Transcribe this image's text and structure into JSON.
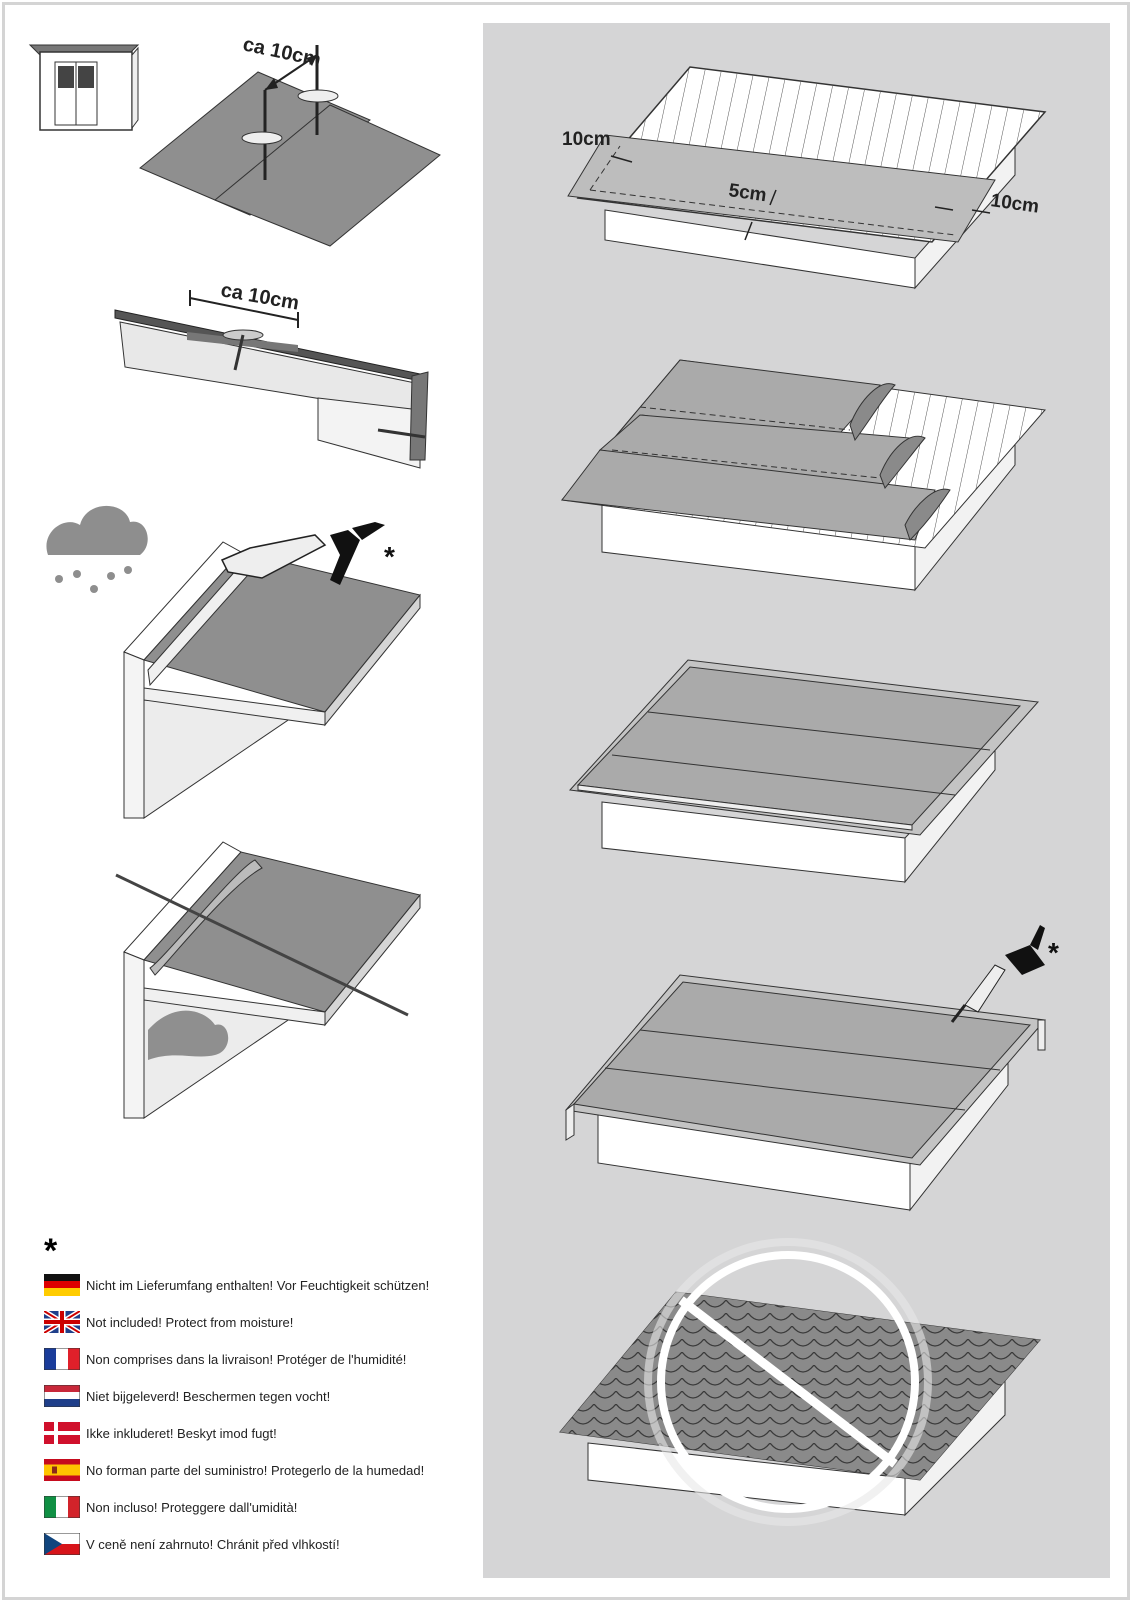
{
  "measurements": {
    "a": "ca 10cm",
    "b": "ca 10cm",
    "c": "10cm",
    "d": "5cm",
    "e": "10cm"
  },
  "asterisk": "*",
  "notes": [
    {
      "flag": "de",
      "text": "Nicht im Lieferumfang enthalten! Vor Feuchtigkeit schützen!"
    },
    {
      "flag": "gb",
      "text": "Not included! Protect from moisture!"
    },
    {
      "flag": "fr",
      "text": "Non comprises dans la livraison! Protéger de l'humidité!"
    },
    {
      "flag": "nl",
      "text": "Niet bijgeleverd! Beschermen tegen vocht!"
    },
    {
      "flag": "dk",
      "text": "Ikke inkluderet! Beskyt imod fugt!"
    },
    {
      "flag": "es",
      "text": "No forman parte del suministro! Protegerlo de la humedad!"
    },
    {
      "flag": "it",
      "text": "Non incluso! Proteggere dall'umidità!"
    },
    {
      "flag": "cz",
      "text": "V ceně není zahrnuto! Chránit před vlhkostí!"
    }
  ]
}
